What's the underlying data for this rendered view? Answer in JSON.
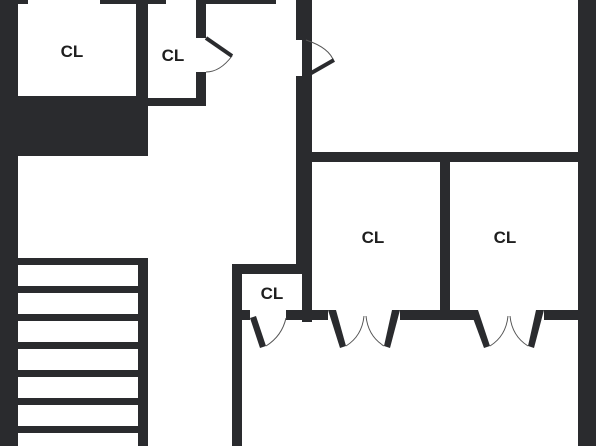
{
  "floorplan": {
    "wall_color": "#2a2b2e",
    "background_color": "#ffffff",
    "rooms": [
      {
        "label": "CL"
      },
      {
        "label": "CL"
      },
      {
        "label": "CL"
      },
      {
        "label": "CL"
      },
      {
        "label": "CL"
      }
    ],
    "stair_icon": "stair-treads",
    "door_icon": "door-swing-arc"
  }
}
